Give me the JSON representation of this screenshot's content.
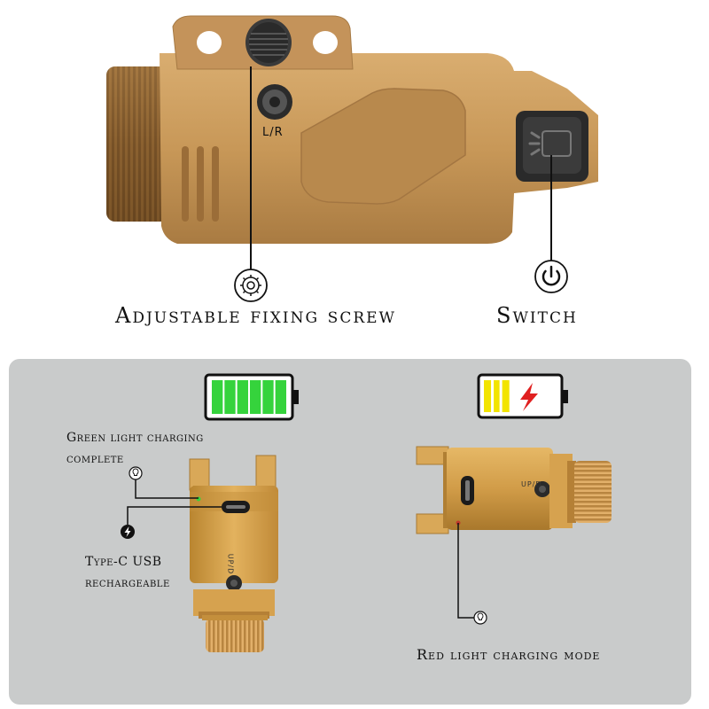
{
  "top_labels": {
    "screw_label": "Adjustable fixing screw",
    "switch_label": "Switch",
    "lr_marking": "L/R"
  },
  "bottom_labels": {
    "green_light": "Green light charging complete",
    "green_light_line1": "Green light charging",
    "green_light_line2": "complete",
    "type_c_line1": "Type-C USB",
    "type_c_line2": "rechargeable",
    "red_light": "Red light charging mode",
    "up_d_marking": "UP/D"
  },
  "battery_full": {
    "level": 1.0,
    "segments": 6,
    "color": "#35d33c"
  },
  "battery_charging": {
    "level": 0.35,
    "color": "#f2e400",
    "bolt_color": "#e02020"
  },
  "icons": {
    "screw": "gear-icon",
    "switch": "power-icon",
    "green_light": "bulb-icon",
    "type_c": "lightning-icon",
    "red_light": "bulb-icon"
  },
  "colors": {
    "body_tan": "#c99a5b",
    "body_gold": "#d4a04a",
    "panel_bg": "#c9cbcb",
    "green_led": "#35d33c",
    "red_led": "#c0392b"
  }
}
